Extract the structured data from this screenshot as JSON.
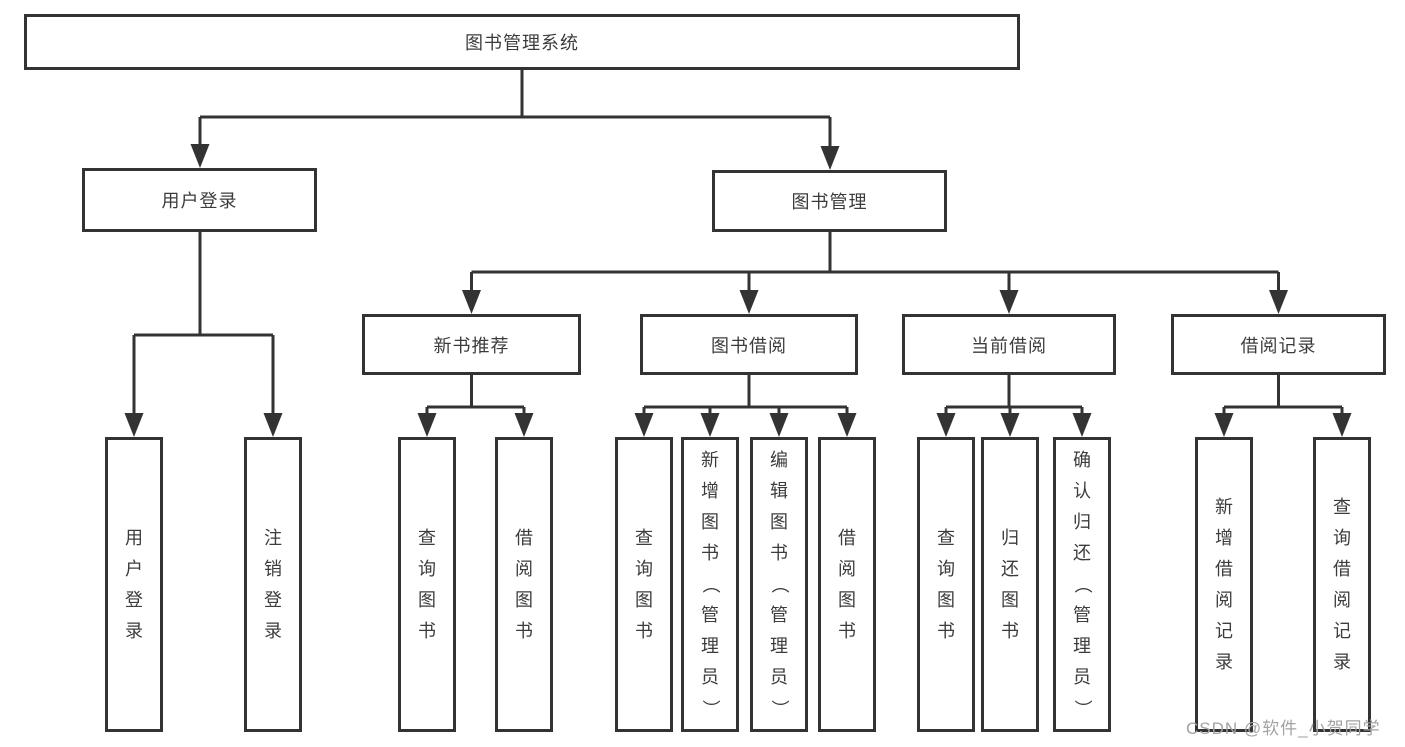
{
  "diagram": {
    "root": {
      "label": "图书管理系统"
    },
    "level2": [
      {
        "label": "用户登录"
      },
      {
        "label": "图书管理"
      }
    ],
    "level3": [
      {
        "label": "新书推荐"
      },
      {
        "label": "图书借阅"
      },
      {
        "label": "当前借阅"
      },
      {
        "label": "借阅记录"
      }
    ],
    "leaves": [
      {
        "label": "用户登录"
      },
      {
        "label": "注销登录"
      },
      {
        "label": "查询图书"
      },
      {
        "label": "借阅图书"
      },
      {
        "label": "查询图书"
      },
      {
        "label": "新增图书（管理员）"
      },
      {
        "label": "编辑图书（管理员）"
      },
      {
        "label": "借阅图书"
      },
      {
        "label": "查询图书"
      },
      {
        "label": "归还图书"
      },
      {
        "label": "确认归还（管理员）"
      },
      {
        "label": "新增借阅记录"
      },
      {
        "label": "查询借阅记录"
      }
    ],
    "watermark": "CSDN @软件_小贺同学",
    "colors": {
      "line": "#333333",
      "text": "#3c3c3c",
      "watermark": "#a3a3a3",
      "box_background": "#ffffff"
    }
  }
}
